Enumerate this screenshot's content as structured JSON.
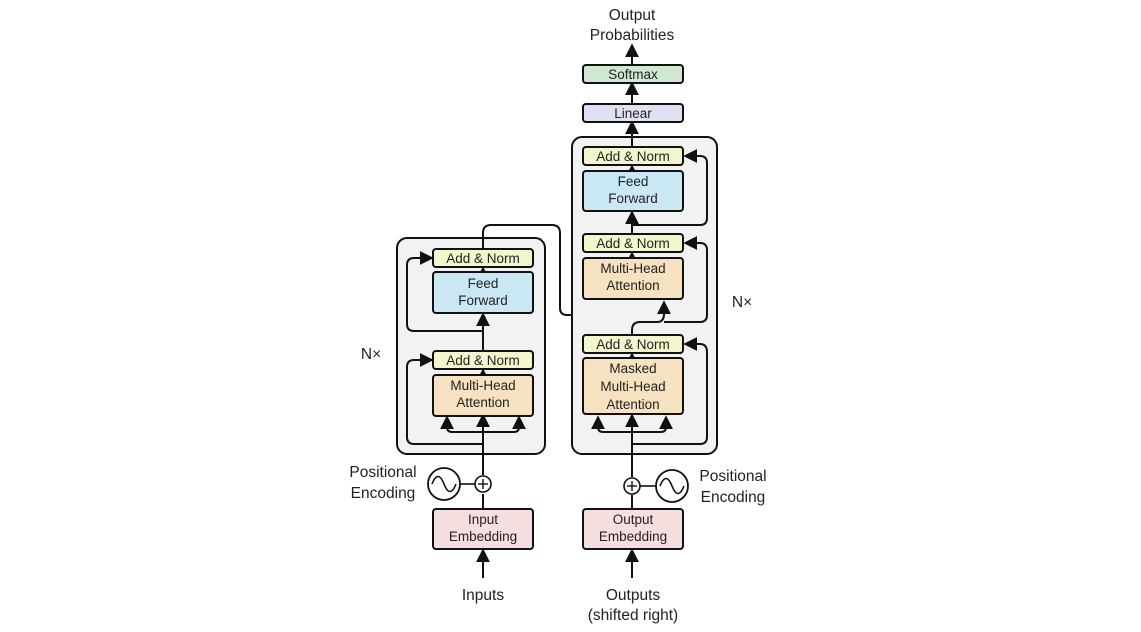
{
  "colors": {
    "add_norm": "#f3f6cc",
    "feed_forward": "#c9e8f4",
    "attention": "#f6e2c1",
    "embedding": "#f5dede",
    "linear": "#dfe2f2",
    "softmax": "#cfe8d2",
    "stack_bg": "#f2f2f2"
  },
  "encoder": {
    "add_norm_top": "Add & Norm",
    "ff_line1": "Feed",
    "ff_line2": "Forward",
    "add_norm_bottom": "Add & Norm",
    "mha_line1": "Multi-Head",
    "mha_line2": "Attention",
    "nx": "N×",
    "pos_line1": "Positional",
    "pos_line2": "Encoding",
    "emb_line1": "Input",
    "emb_line2": "Embedding",
    "input_label": "Inputs"
  },
  "decoder": {
    "output_line1": "Output",
    "output_line2": "Probabilities",
    "softmax": "Softmax",
    "linear": "Linear",
    "add_norm_top": "Add & Norm",
    "ff_line1": "Feed",
    "ff_line2": "Forward",
    "add_norm_mid": "Add & Norm",
    "mha_line1": "Multi-Head",
    "mha_line2": "Attention",
    "add_norm_bottom": "Add & Norm",
    "masked_line1": "Masked",
    "masked_line2": "Multi-Head",
    "masked_line3": "Attention",
    "nx": "N×",
    "pos_line1": "Positional",
    "pos_line2": "Encoding",
    "emb_line1": "Output",
    "emb_line2": "Embedding",
    "input_line1": "Outputs",
    "input_line2": "(shifted right)"
  }
}
